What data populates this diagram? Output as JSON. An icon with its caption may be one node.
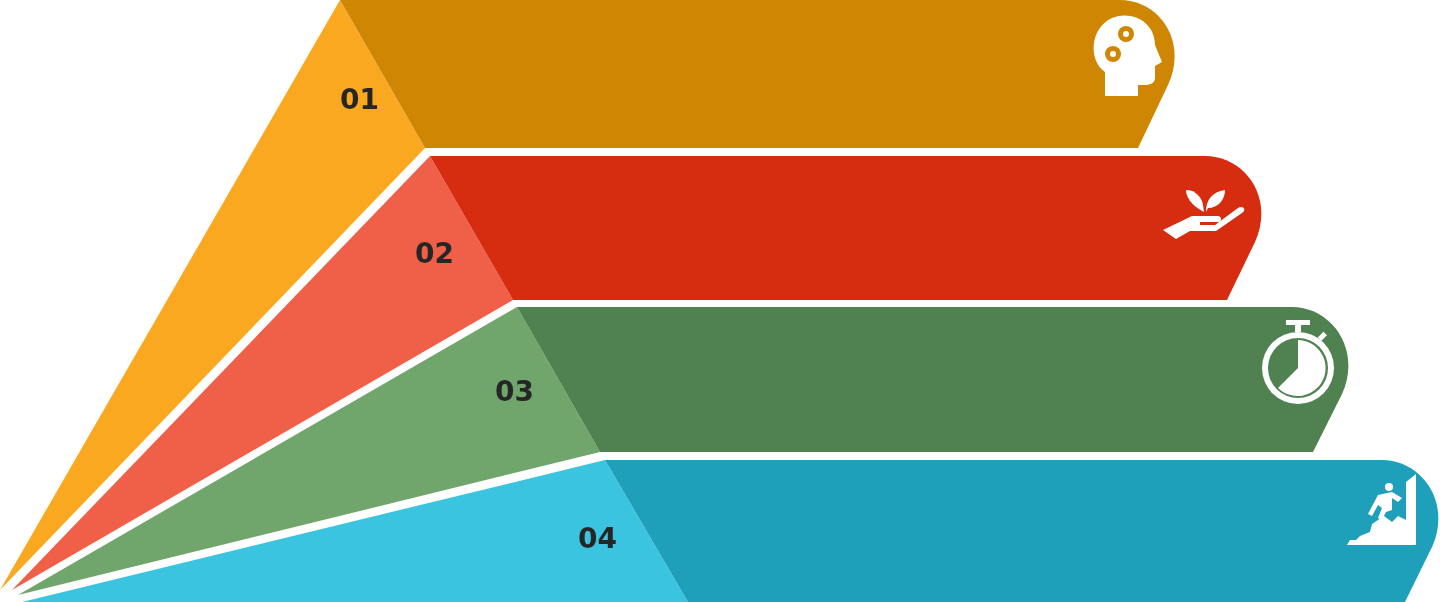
{
  "diagram": {
    "nodes": [
      {
        "text": [
          "01"
        ]
      },
      {
        "text": [
          "02"
        ]
      },
      {
        "text": [
          "03"
        ]
      },
      {
        "text": [
          "04"
        ]
      }
    ]
  }
}
